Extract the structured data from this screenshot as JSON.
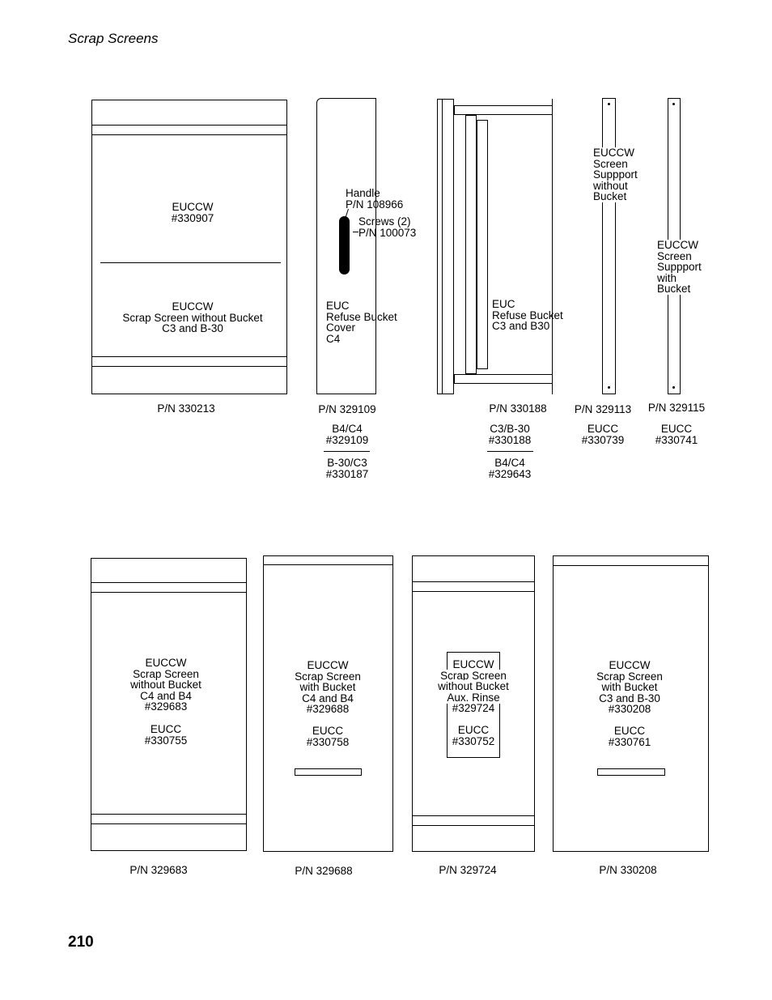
{
  "header": {
    "title": "Scrap Screens"
  },
  "page_number": "210",
  "top": {
    "screen_330213": {
      "model_label": "EUCCW\n#330907",
      "desc_label": "EUCCW\nScrap Screen without Bucket\nC3 and B-30",
      "part_number": "P/N 330213"
    },
    "cover_329109": {
      "handle_label": "Handle\nP/N 108966",
      "screws_label": "Screws (2)\nP/N 100073",
      "desc_label": "EUC\nRefuse Bucket\nCover\nC4",
      "part_number": "P/N 329109",
      "model_a": "B4/C4\n#329109",
      "model_b": "B-30/C3\n#330187"
    },
    "bucket_330188": {
      "desc_label": "EUC\nRefuse Bucket\nC3 and B30",
      "part_number": "P/N 330188",
      "model_a": "C3/B-30\n#330188",
      "model_b": "B4/C4\n#329643"
    },
    "support_329113": {
      "desc_label": "EUCCW\nScreen\nSuppport\nwithout\nBucket",
      "part_number": "P/N 329113",
      "model": "EUCC\n#330739"
    },
    "support_329115": {
      "desc_label": "EUCCW\nScreen\nSuppport\nwith\nBucket",
      "part_number": "P/N 329115",
      "model": "EUCC\n#330741"
    }
  },
  "bottom": {
    "screen_329683": {
      "desc_label": "EUCCW\nScrap Screen\nwithout Bucket\nC4 and B4\n#329683",
      "euc_label": "EUCC\n#330755",
      "part_number": "P/N 329683"
    },
    "screen_329688": {
      "desc_label": "EUCCW\nScrap Screen\nwith Bucket\nC4 and B4\n#329688",
      "euc_label": "EUCC\n#330758",
      "part_number": "P/N 329688"
    },
    "screen_329724": {
      "desc_label": "EUCCW\nScrap Screen\nwithout Bucket\nAux. Rinse\n#329724",
      "euc_label": "EUCC\n#330752",
      "part_number": "P/N 329724"
    },
    "screen_330208": {
      "desc_label": "EUCCW\nScrap Screen\nwith Bucket\nC3 and B-30\n#330208",
      "euc_label": "EUCC\n#330761",
      "part_number": "P/N 330208"
    }
  }
}
